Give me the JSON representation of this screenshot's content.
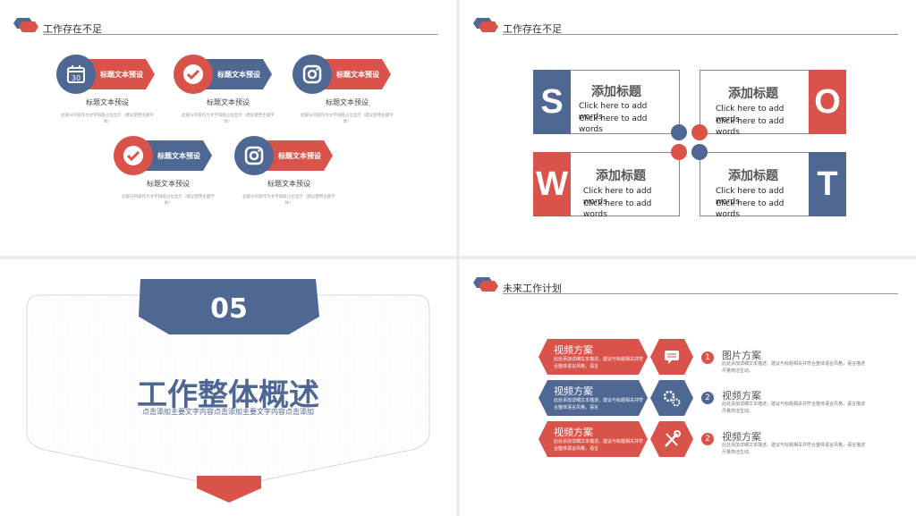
{
  "colors": {
    "blue": "#4e6793",
    "red": "#d9534a"
  },
  "slide1": {
    "header": "工作存在不足",
    "items": [
      {
        "icon": "calendar-icon",
        "icon_text": "30",
        "tag": "标题文本预设",
        "subtitle": "标题文本预设",
        "desc": "此部分内容作为文字排版占位显示（建议使用主题字体）",
        "color": "blue"
      },
      {
        "icon": "check-icon",
        "tag": "标题文本预设",
        "subtitle": "标题文本预设",
        "desc": "此部分内容作为文字排版占位显示（建议使用主题字体）",
        "color": "red"
      },
      {
        "icon": "camera-icon",
        "tag": "标题文本预设",
        "subtitle": "标题文本预设",
        "desc": "此部分内容作为文字排版占位显示（建议使用主题字体）",
        "color": "blue"
      },
      {
        "icon": "check-icon",
        "tag": "标题文本预设",
        "subtitle": "标题文本预设",
        "desc": "此部分内容作为文字排版占位显示（建议使用主题字体）",
        "color": "red"
      },
      {
        "icon": "camera-icon",
        "tag": "标题文本预设",
        "subtitle": "标题文本预设",
        "desc": "此部分内容作为文字排版占位显示（建议使用主题字体）",
        "color": "blue"
      }
    ]
  },
  "slide2": {
    "header": "工作存在不足",
    "boxes": [
      {
        "letter": "S",
        "heading": "添加标题",
        "text1": "Click here to add words",
        "text2": "Click here to add words"
      },
      {
        "letter": "O",
        "heading": "添加标题",
        "text1": "Click here to add words",
        "text2": "Click here to add words"
      },
      {
        "letter": "W",
        "heading": "添加标题",
        "text1": "Click here to add words",
        "text2": "Click here to add words"
      },
      {
        "letter": "T",
        "heading": "添加标题",
        "text1": "Click here to add words",
        "text2": "Click here to add words"
      }
    ]
  },
  "slide3": {
    "number": "05",
    "title": "工作整体概述",
    "subtitle": "点击添加主要文字内容点击添加主要文字内容点击添加"
  },
  "slide4": {
    "header": "未来工作计划",
    "plans": [
      {
        "title": "视频方案",
        "desc": "此处添加详细文本描述，建议与标题相关并符合整体语言风格，语言",
        "icon": "chat-icon",
        "color": "red",
        "num": "1",
        "right_title": "图片方案",
        "right_desc": "此处添加详细文本描述，建议与标题相关并符合整体语言风格，语言描述尽量简洁生动。"
      },
      {
        "title": "视频方案",
        "desc": "此处添加详细文本描述，建议与标题相关并符合整体语言风格，语言",
        "icon": "gears-icon",
        "color": "blue",
        "num": "2",
        "right_title": "视频方案",
        "right_desc": "此处添加详细文本描述，建议与标题相关并符合整体语言风格，语言描述尽量简洁生动。"
      },
      {
        "title": "视频方案",
        "desc": "此处添加详细文本描述，建议与标题相关并符合整体语言风格，语言",
        "icon": "tools-icon",
        "color": "red",
        "num": "2",
        "right_title": "视频方案",
        "right_desc": "此处添加详细文本描述，建议与标题相关并符合整体语言风格，语言描述尽量简洁生动。"
      }
    ]
  }
}
